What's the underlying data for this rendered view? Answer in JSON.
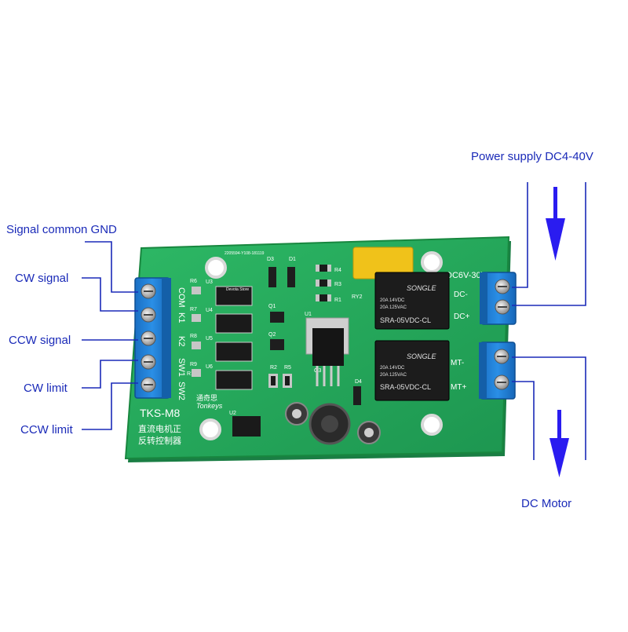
{
  "annotations": {
    "power_supply": "Power supply DC4-40V",
    "dc_motor": "DC Motor",
    "signal_common_gnd": "Signal common GND",
    "cw_signal": "CW signal",
    "ccw_signal": "CCW signal",
    "cw_limit": "CW limit",
    "ccw_limit": "CCW limit"
  },
  "board": {
    "model": "TKS-M8",
    "brand": "Tonkeys",
    "chinese_line1": "直流电机正",
    "chinese_line2": "反转控制器",
    "chinese_brand": "通奇思",
    "serial": "2205594-Y108-181119",
    "supply_label": "DC6V-30V",
    "dc_minus": "DC-",
    "dc_plus": "DC+",
    "mt_minus": "MT-",
    "mt_plus": "MT+",
    "input_pins": [
      "COM",
      "K1",
      "K2",
      "SW1",
      "SW2"
    ],
    "store_watermark": "Devota Store",
    "relay_brand": "SONGLE",
    "relay_model": "SRA-05VDC-CL",
    "relay_rating1": "20A 14VDC",
    "relay_rating2": "20A 125VAC",
    "refs": {
      "u1": "U1",
      "u2": "U2",
      "u3": "U3",
      "u4": "U4",
      "u5": "U5",
      "u6": "U6",
      "d1": "D1",
      "d3": "D3",
      "d4": "D4",
      "q1": "Q1",
      "q2": "Q2",
      "q3": "Q3",
      "r1": "R1",
      "r2": "R2",
      "r3": "R3",
      "r4": "R4",
      "r5": "R5",
      "r6": "R6",
      "r7": "R7",
      "r8": "R8",
      "r9": "R9",
      "r10": "R10",
      "ry2": "RY2"
    }
  },
  "colors": {
    "arrow": "#2a1cf0",
    "leader": "#1a2ab8",
    "pcb": "#23a35a",
    "terminal": "#1f7fd6"
  }
}
